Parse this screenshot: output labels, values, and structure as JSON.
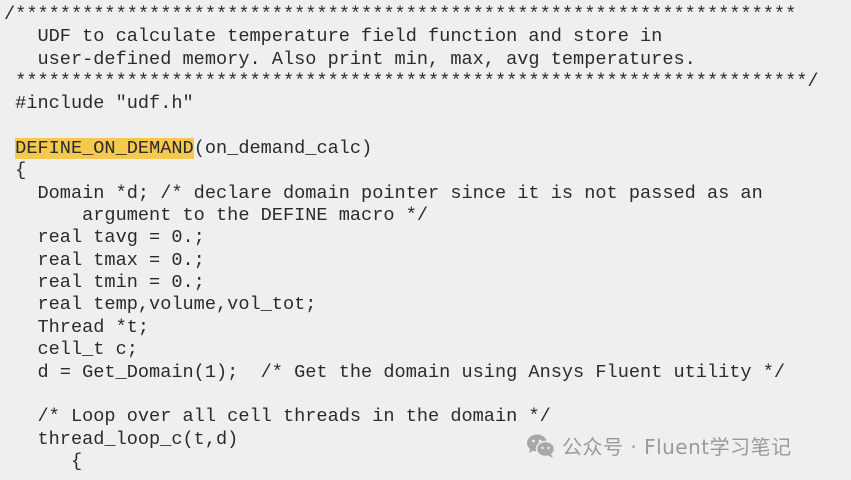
{
  "code": {
    "lines": [
      {
        "text": "/**********************************************************************"
      },
      {
        "text": "   UDF to calculate temperature field function and store in"
      },
      {
        "text": "   user-defined memory. Also print min, max, avg temperatures."
      },
      {
        "text": " ***********************************************************************/"
      },
      {
        "text": " #include \"udf.h\""
      },
      {
        "text": ""
      },
      {
        "macro": "DEFINE_ON_DEMAND",
        "rest": "(on_demand_calc)",
        "prefix": " "
      },
      {
        "text": " {"
      },
      {
        "text": "   Domain *d; /* declare domain pointer since it is not passed as an"
      },
      {
        "text": "       argument to the DEFINE macro */"
      },
      {
        "text": "   real tavg = 0.;"
      },
      {
        "text": "   real tmax = 0.;"
      },
      {
        "text": "   real tmin = 0.;"
      },
      {
        "text": "   real temp,volume,vol_tot;"
      },
      {
        "text": "   Thread *t;"
      },
      {
        "text": "   cell_t c;"
      },
      {
        "text": "   d = Get_Domain(1);  /* Get the domain using Ansys Fluent utility */"
      },
      {
        "text": ""
      },
      {
        "text": "   /* Loop over all cell threads in the domain */"
      },
      {
        "text": "   thread_loop_c(t,d)"
      },
      {
        "text": "      {"
      }
    ],
    "highlight_color": "#f5c94e",
    "text_color": "#2b2b2b",
    "background": "#efefef"
  },
  "watermark": {
    "icon": "wechat-icon",
    "text": "公众号 · Fluent学习笔记"
  }
}
